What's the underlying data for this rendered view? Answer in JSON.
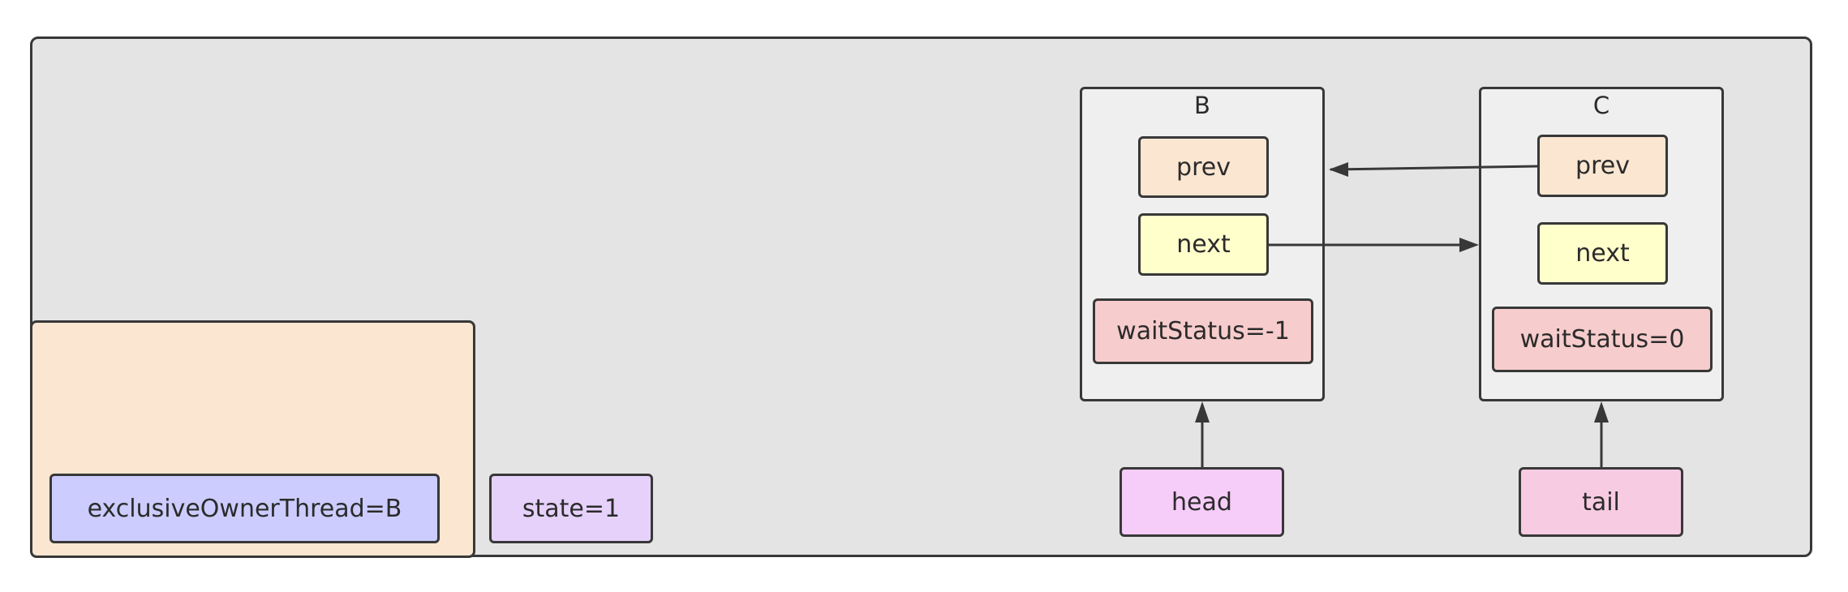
{
  "owner": {
    "label": "exclusiveOwnerThread=B"
  },
  "state": {
    "label": "state=1"
  },
  "nodes": [
    {
      "title": "B",
      "prev": "prev",
      "next": "next",
      "wait_status": "waitStatus=-1"
    },
    {
      "title": "C",
      "prev": "prev",
      "next": "next",
      "wait_status": "waitStatus=0"
    }
  ],
  "pointers": {
    "head": "head",
    "tail": "tail"
  },
  "colors": {
    "frame": "#e4e4e4",
    "owner_area": "#fae6d1",
    "node": "#efefef",
    "prev": "#fae6d1",
    "next": "#ffffcc",
    "wait_status": "#f7cccc",
    "owner_thread": "#ccccff",
    "state": "#e6d1fb",
    "head": "#f6ccf9",
    "tail": "#f7cbe2",
    "stroke": "#383838"
  }
}
